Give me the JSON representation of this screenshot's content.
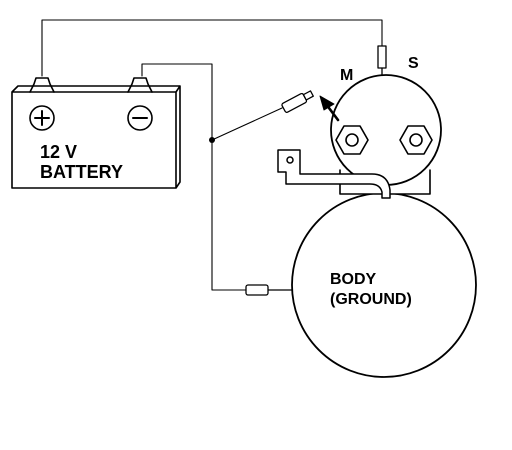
{
  "battery": {
    "voltage_label": "12 V",
    "name_label": "BATTERY",
    "positive_symbol": "+",
    "negative_symbol": "−"
  },
  "solenoid": {
    "terminal_m_label": "M",
    "terminal_s_label": "S"
  },
  "starter_body": {
    "line1": "BODY",
    "line2": "(GROUND)"
  },
  "colors": {
    "ink": "#000000",
    "paper": "#ffffff"
  }
}
